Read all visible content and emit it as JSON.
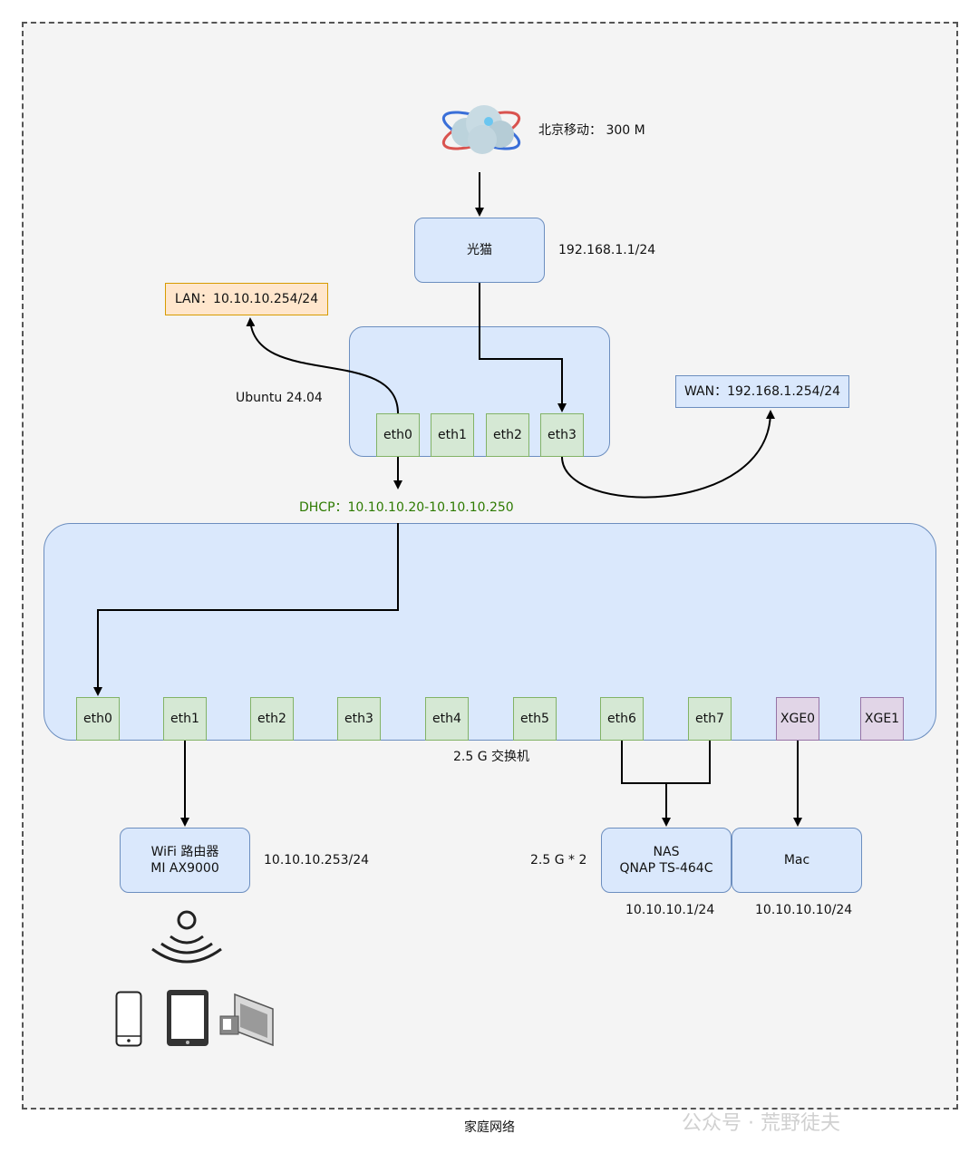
{
  "diagram": {
    "caption": "家庭网络",
    "isp": {
      "label": "北京移动： 300 M",
      "icon": "cloud-globe-icon"
    },
    "modem": {
      "label": "光猫",
      "ip": "192.168.1.1/24"
    },
    "router": {
      "os_label": "Ubuntu 24.04",
      "ports": [
        "eth0",
        "eth1",
        "eth2",
        "eth3"
      ],
      "lan": "LAN：10.10.10.254/24",
      "wan": "WAN：192.168.1.254/24",
      "dhcp": "DHCP：10.10.10.20-10.10.10.250"
    },
    "switch": {
      "label": "2.5 G 交换机",
      "ports": [
        "eth0",
        "eth1",
        "eth2",
        "eth3",
        "eth4",
        "eth5",
        "eth6",
        "eth7",
        "XGE0",
        "XGE1"
      ]
    },
    "wifi": {
      "line1": "WiFi 路由器",
      "line2": "MI AX9000",
      "ip": "10.10.10.253/24"
    },
    "nas": {
      "line1": "NAS",
      "line2": "QNAP TS-464C",
      "ip": "10.10.10.1/24",
      "link": "2.5 G * 2"
    },
    "mac": {
      "label": "Mac",
      "ip": "10.10.10.10/24"
    },
    "devices": [
      "wifi-signal-icon",
      "phone-icon",
      "tablet-icon",
      "ip-camera-icon"
    ],
    "watermark": "公众号 · 荒野徒夫"
  },
  "colors": {
    "blue_fill": "#dae8fc",
    "blue_stroke": "#6c8ebf",
    "green_fill": "#d5e8d4",
    "green_stroke": "#82b366",
    "purple_fill": "#e1d5e7",
    "purple_stroke": "#9673a6",
    "orange_fill": "#ffe6cc",
    "orange_stroke": "#d79b00",
    "dhcp_text": "#2d7a00"
  }
}
